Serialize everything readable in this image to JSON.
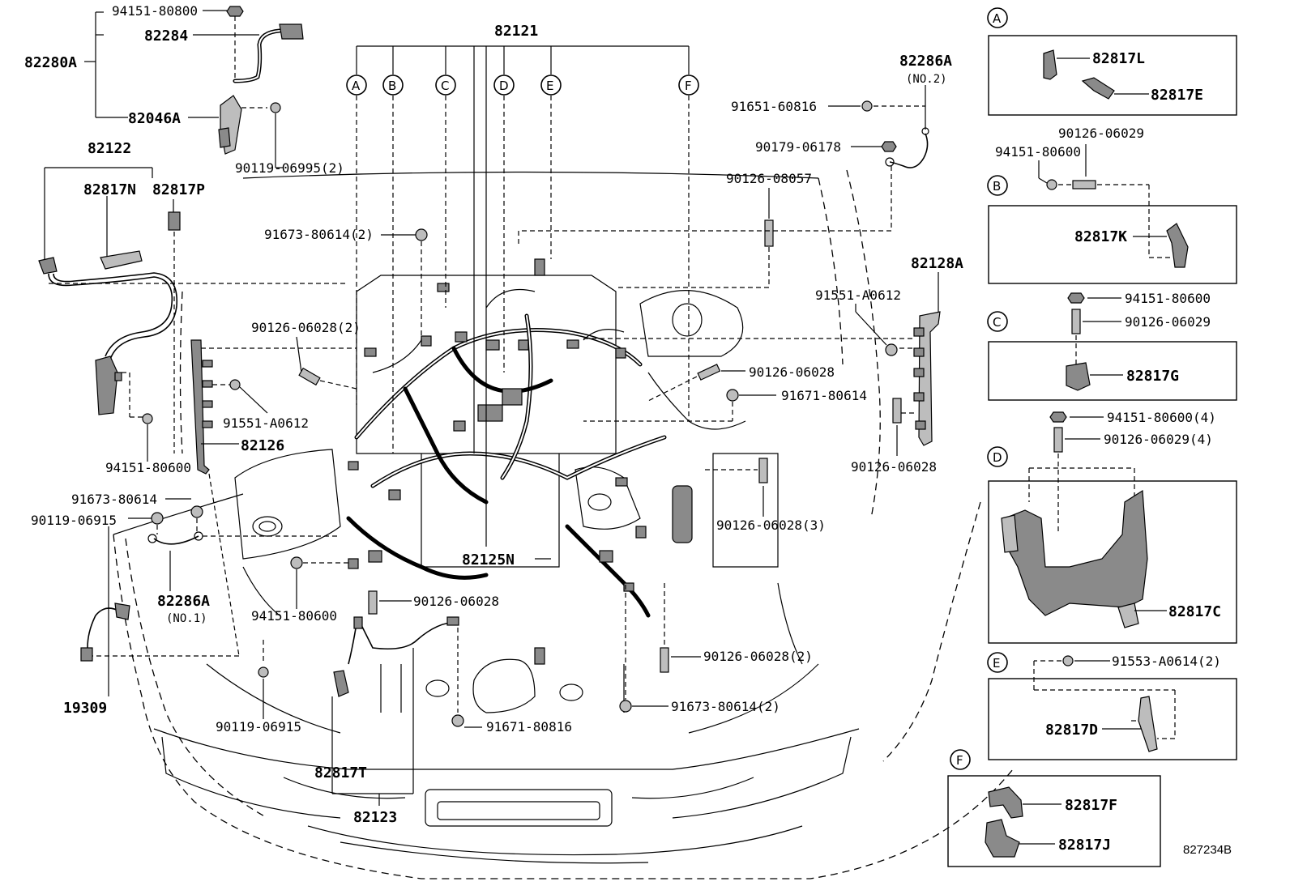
{
  "diagram": {
    "callouts": {
      "p82121": "82121",
      "p82280A": "82280A",
      "p94151_80800": "94151-80800",
      "p82284": "82284",
      "p82046A": "82046A",
      "p90119_06995": "90119-06995(2)",
      "p82122": "82122",
      "p82817N": "82817N",
      "p82817P": "82817P",
      "p91673_80614_2a": "91673-80614(2)",
      "p90126_06028_2a": "90126-06028(2)",
      "p91551_A0612_left": "91551-A0612",
      "p82126": "82126",
      "p94151_80600_left": "94151-80600",
      "p91673_80614_single": "91673-80614",
      "p90119_06915_upper": "90119-06915",
      "p82286A_no1": "82286A",
      "p82286A_no1_sub": "(NO.1)",
      "p94151_80600_mid": "94151-80600",
      "p90126_06028_mid": "90126-06028",
      "p82125N": "82125N",
      "p19309": "19309",
      "p90119_06915_lower": "90119-06915",
      "p82817T": "82817T",
      "p82123": "82123",
      "p91671_80816": "91671-80816",
      "p91673_80614_2b": "91673-80614(2)",
      "p90126_06028_2b": "90126-06028(2)",
      "p90126_06028_3": "90126-06028(3)",
      "p90126_06028_right": "90126-06028",
      "p91671_80614": "91671-80614",
      "p90126_06028_center": "90126-06028",
      "p91551_A0612_right": "91551-A0612",
      "p82128A": "82128A",
      "p90126_08057": "90126-08057",
      "p90179_06178": "90179-06178",
      "p91651_60816": "91651-60816",
      "p82286A_no2": "82286A",
      "p82286A_no2_sub": "(NO.2)"
    },
    "section_letters": [
      "A",
      "B",
      "C",
      "D",
      "E",
      "F"
    ],
    "details": {
      "A": {
        "letter": "A",
        "parts": [
          "82817L",
          "82817E"
        ]
      },
      "B": {
        "letter": "B",
        "parts": [
          "90126-06029",
          "94151-80600",
          "82817K"
        ]
      },
      "C": {
        "letter": "C",
        "parts": [
          "94151-80600",
          "90126-06029",
          "82817G"
        ]
      },
      "D": {
        "letter": "D",
        "parts": [
          "94151-80600(4)",
          "90126-06029(4)",
          "82817C"
        ]
      },
      "E": {
        "letter": "E",
        "parts": [
          "91553-A0614(2)",
          "82817D"
        ]
      },
      "F": {
        "letter": "F",
        "parts": [
          "82817F",
          "82817J"
        ]
      }
    },
    "reference_code": "827234B"
  }
}
